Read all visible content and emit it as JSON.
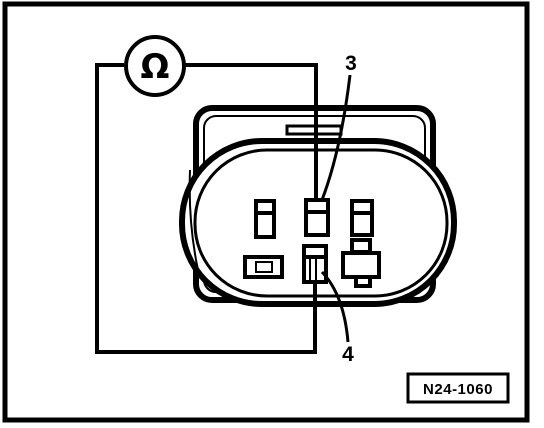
{
  "meter": {
    "symbol": "Ω",
    "icon": "ohm-icon"
  },
  "callouts": {
    "pin_top": "3",
    "pin_bottom": "4"
  },
  "figure": {
    "reference": "N24-1060"
  },
  "colors": {
    "ink": "#000000",
    "paper": "#ffffff"
  }
}
